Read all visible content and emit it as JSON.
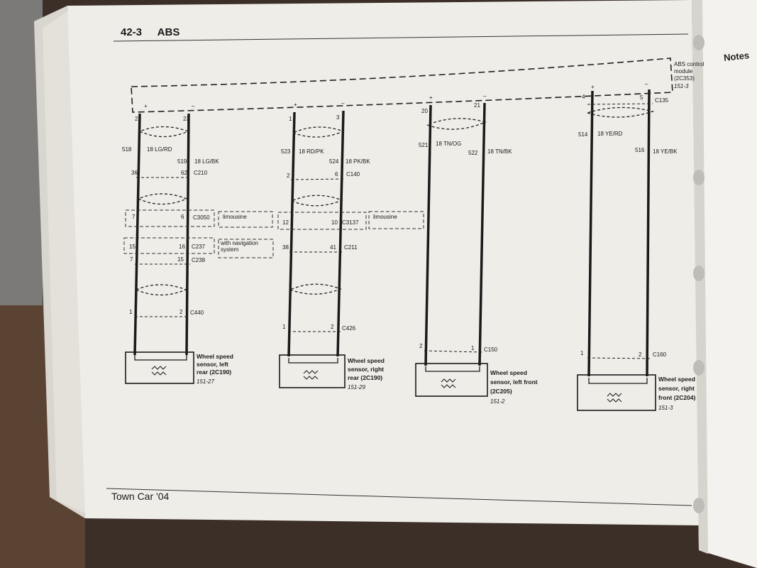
{
  "page": {
    "number": "42-3",
    "section": "ABS",
    "footer": "Town Car '04",
    "right_page_heading": "Notes"
  },
  "module": {
    "label": [
      "ABS control",
      "module",
      "(2C353)"
    ],
    "ref": "151-3"
  },
  "circuits": [
    {
      "id": "lr",
      "module_pins": [
        "22",
        "23"
      ],
      "module_polarity": [
        "+",
        "–"
      ],
      "wire_plus": {
        "num": "518",
        "color": "18 LG/RD"
      },
      "wire_minus": {
        "num": "519",
        "color": "18 LG/BK"
      },
      "connectors": [
        {
          "pins": [
            "36",
            "62"
          ],
          "name": "C210"
        },
        {
          "pins": [
            "7",
            "6"
          ],
          "name": "C3050",
          "option": "limousine"
        },
        {
          "pins": [
            "15",
            "16"
          ],
          "name": "C237",
          "option": "with navigation system"
        },
        {
          "pins": [
            "7",
            "15"
          ],
          "name": "C238"
        },
        {
          "pins": [
            "1",
            "2"
          ],
          "name": "C440"
        }
      ],
      "sensor": {
        "lines": [
          "Wheel speed",
          "sensor, left",
          "rear (2C190)"
        ],
        "ref": "151-27"
      }
    },
    {
      "id": "rr",
      "module_pins": [
        "1",
        "3"
      ],
      "module_polarity": [
        "+",
        "–"
      ],
      "wire_plus": {
        "num": "523",
        "color": "18 RD/PK"
      },
      "wire_minus": {
        "num": "524",
        "color": "18 PK/BK"
      },
      "connectors": [
        {
          "pins": [
            "2",
            "6"
          ],
          "name": "C140"
        },
        {
          "pins": [
            "12",
            "10"
          ],
          "name": "C3137",
          "option": "limousine"
        },
        {
          "pins": [
            "38",
            "41"
          ],
          "name": "C211"
        },
        {
          "pins": [
            "1",
            "2"
          ],
          "name": "C426"
        }
      ],
      "sensor": {
        "lines": [
          "Wheel speed",
          "sensor, right",
          "rear (2C190)"
        ],
        "ref": "151-29"
      }
    },
    {
      "id": "lf",
      "module_pins": [
        "20",
        "21"
      ],
      "module_polarity": [
        "+",
        "–"
      ],
      "wire_plus": {
        "num": "521",
        "color": "18 TN/OG"
      },
      "wire_minus": {
        "num": "522",
        "color": "18 TN/BK"
      },
      "connectors": [
        {
          "pins": [
            "2",
            "1"
          ],
          "name": "C150"
        }
      ],
      "sensor": {
        "lines": [
          "Wheel speed",
          "sensor, left front",
          "(2C205)"
        ],
        "ref": "151-2"
      }
    },
    {
      "id": "rf",
      "module_pins": [
        "4",
        "5"
      ],
      "module_polarity": [
        "+",
        "–"
      ],
      "wire_plus": {
        "num": "514",
        "color": "18 YE/RD"
      },
      "wire_minus": {
        "num": "516",
        "color": "18 YE/BK"
      },
      "connectors": [
        {
          "pins": [
            "",
            ""
          ],
          "name": "C135"
        },
        {
          "pins": [
            "1",
            "2"
          ],
          "name": "C160"
        }
      ],
      "sensor": {
        "lines": [
          "Wheel speed",
          "sensor, right",
          "front (2C204)"
        ],
        "ref": "151-3"
      }
    }
  ],
  "colors": {
    "paper": "#efede8",
    "paper_shadow": "#cfcdc6",
    "ink": "#1a1a1a",
    "background": "#4a3a30"
  }
}
